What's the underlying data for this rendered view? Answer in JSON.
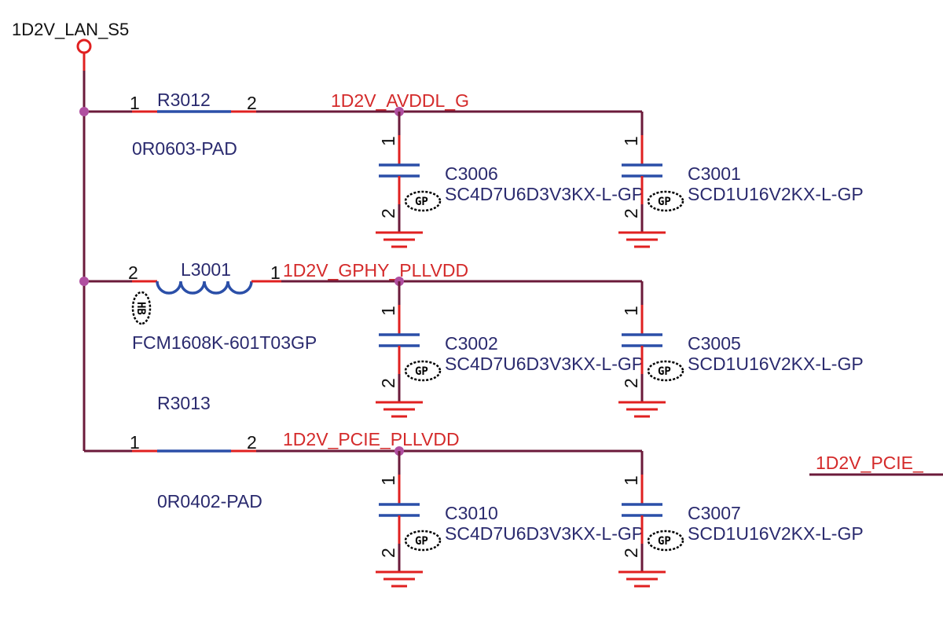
{
  "power_rail": {
    "label": "1D2V_LAN_S5"
  },
  "nets": {
    "avddl": "1D2V_AVDDL_G",
    "gphy": "1D2V_GPHY_PLLVDD",
    "pcie": "1D2V_PCIE_PLLVDD",
    "offpage": "1D2V_PCIE_"
  },
  "parts": {
    "r3012": {
      "ref": "R3012",
      "value": "0R0603-PAD",
      "pin1": "1",
      "pin2": "2"
    },
    "l3001": {
      "ref": "L3001",
      "value": "FCM1608K-601T03GP",
      "pin1": "1",
      "pin2": "2"
    },
    "r3013": {
      "ref": "R3013",
      "value": "0R0402-PAD",
      "pin1": "1",
      "pin2": "2"
    },
    "c3006": {
      "ref": "C3006",
      "value": "SC4D7U6D3V3KX-L-GP",
      "pin1": "1",
      "pin2": "2"
    },
    "c3001": {
      "ref": "C3001",
      "value": "SCD1U16V2KX-L-GP",
      "pin1": "1",
      "pin2": "2"
    },
    "c3002": {
      "ref": "C3002",
      "value": "SC4D7U6D3V3KX-L-GP",
      "pin1": "1",
      "pin2": "2"
    },
    "c3005": {
      "ref": "C3005",
      "value": "SCD1U16V2KX-L-GP",
      "pin1": "1",
      "pin2": "2"
    },
    "c3010": {
      "ref": "C3010",
      "value": "SC4D7U6D3V3KX-L-GP",
      "pin1": "1",
      "pin2": "2"
    },
    "c3007": {
      "ref": "C3007",
      "value": "SCD1U16V2KX-L-GP",
      "pin1": "1",
      "pin2": "2"
    }
  },
  "badges": {
    "gp": "GP",
    "hb": "HB"
  },
  "colors": {
    "wire": "#6b1a3a",
    "net_label": "#d42a2a",
    "part_label": "#2a2a6e",
    "pin": "#e02020",
    "body": "#2b4fa8",
    "junction": "#b04fa0"
  }
}
